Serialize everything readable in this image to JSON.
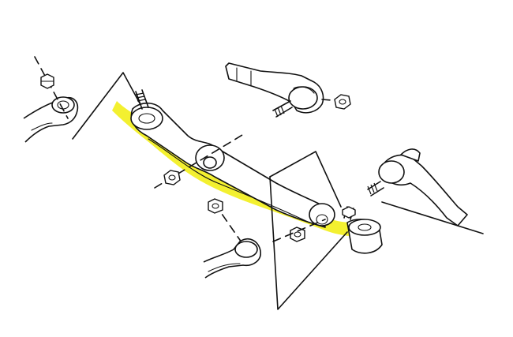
{
  "diagram": {
    "highlight_color": "#f2ee1a",
    "line_color": "#111111",
    "background": "#ffffff",
    "parts": [
      "center-link",
      "pitman-arm",
      "idler-arm",
      "inner-tie-rod-end-upper",
      "inner-tie-rod-end-lower",
      "nut-left-stud",
      "nut-center-stud",
      "nut-lower",
      "nut-right-stud",
      "nut-upper-tie-rod"
    ]
  }
}
